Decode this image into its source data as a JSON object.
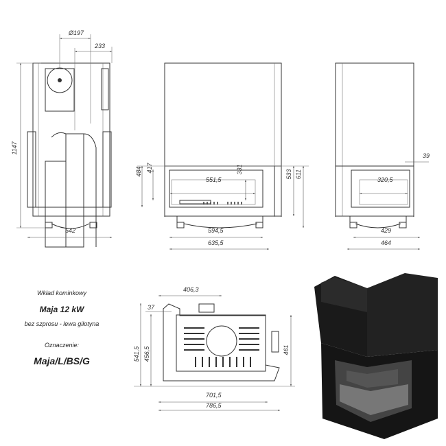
{
  "title_block": {
    "line1": "Wkład kominkowy",
    "model": "Maja 12 kW",
    "variant": "bez szprosu - lewa gilotyna",
    "designation_label": "Oznaczenie:",
    "designation": "Maja/L/BS/G"
  },
  "side_view": {
    "flue_diameter": "Ø197",
    "flue_offset": "233",
    "height": "1147",
    "width": "542"
  },
  "front_view": {
    "glass_width": "551,5",
    "glass_height": "331",
    "h484": "484",
    "h417": "417",
    "h533": "533",
    "h611": "611",
    "w594": "594,5",
    "w635": "635,5"
  },
  "end_view": {
    "glass_width": "320,5",
    "offset": "39",
    "w429": "429",
    "w464": "464"
  },
  "top_view": {
    "w406": "406,3",
    "d37": "37",
    "d541": "541,5",
    "d456": "456,5",
    "d461": "461",
    "w701": "701,5",
    "w786": "786,5"
  }
}
